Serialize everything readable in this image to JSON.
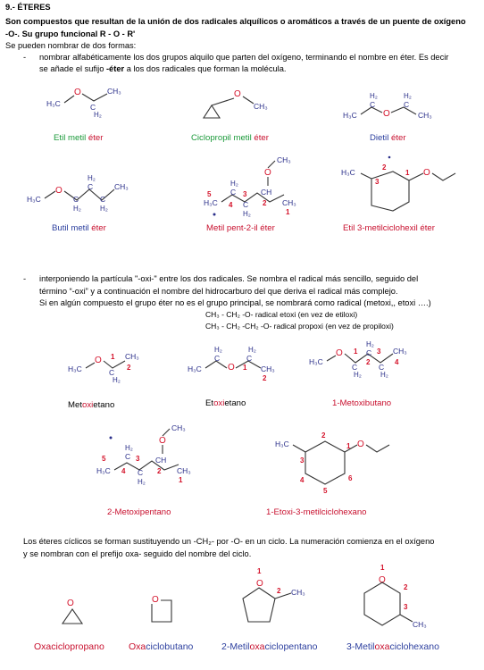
{
  "header": {
    "title": "9.- ÉTERES",
    "intro_1": "Son compuestos que resultan de la unión de dos radicales alquílicos o aromáticos a través de un puente de oxígeno",
    "intro_2": "-O-. Su grupo funcional R - O - R'",
    "forms": "Se pueden nombrar de dos formas:"
  },
  "method1": {
    "dash": "-",
    "line1": "nombrar alfabéticamente los dos grupos alquilo que parten del oxígeno, terminando el nombre en éter. Es decir",
    "line2_pre": "se añade el sufijo ",
    "line2_bold": "-éter",
    "line2_post": " a los dos radicales que forman la molécula."
  },
  "method1_examples": [
    {
      "a": "Etil metil ",
      "b": "éter",
      "color": "green"
    },
    {
      "a": "Ciclopropil metil ",
      "b": "éter",
      "color": "green"
    },
    {
      "a": "Dietil ",
      "b": "éter",
      "color": "blue"
    },
    {
      "a": "Butil metil ",
      "b": "éter",
      "color": "blue"
    },
    {
      "a": "Metil  pent-2-il ",
      "b": "éter",
      "color": "red"
    },
    {
      "a": "Etil 3-metilciclohexil ",
      "b": "éter",
      "color": "red"
    }
  ],
  "method2": {
    "dash": "-",
    "line1": "interponiendo la partícula \"-oxi-\" entre los dos radicales. Se nombra el radical más sencillo, seguido del",
    "line2": "término “-oxi” y a continuación el nombre del hidrocarburo del que deriva el radical más complejo.",
    "line3": "Si en algún compuesto el grupo éter no es el grupo principal, se nombrará como radical (metoxi,, etoxi ….)",
    "rad1": "CH₃ - CH₂ -O- radical etoxi (en vez de etiloxi)",
    "rad2": "CH₃ - CH₂ -CH₂ -O- radical propoxi (en vez de propiloxi)"
  },
  "method2_examples": [
    {
      "a": "Met",
      "b": "oxi",
      "c": "etano"
    },
    {
      "a": "Et",
      "b": "oxi",
      "c": "etano"
    },
    {
      "a": "1-Met",
      "b": "oxi",
      "c": "butano"
    },
    {
      "a": "2-Met",
      "b": "oxi",
      "c": "pentano"
    },
    {
      "a": "1-Et",
      "b": "oxi",
      "c": "-3-metilciclohexano"
    }
  ],
  "cyclic": {
    "line1": "Los éteres cíclicos se forman sustituyendo un -CH₂- por -O- en un ciclo. La numeración comienza en el oxígeno",
    "line2": "y se nombran con el prefijo oxa- seguido del nombre del ciclo."
  },
  "cyclic_examples": [
    {
      "a": "",
      "b": "Oxa",
      "c": "ciclopropano"
    },
    {
      "a": "",
      "b": "Oxa",
      "c": "ciclobutano"
    },
    {
      "a": "2-Metil",
      "b": "oxa",
      "c": "ciclopentano"
    },
    {
      "a": "3-Metil",
      "b": "oxa",
      "c": "ciclohexano"
    }
  ],
  "atoms": {
    "O": "O",
    "H3C": "H₃C",
    "CH3": "CH₃",
    "H2": "H₂",
    "C": "C",
    "CH": "CH",
    "H2C": "H₂C",
    "H3": "H₃",
    "n1": "1",
    "n2": "2",
    "n3": "3",
    "n4": "4",
    "n5": "5",
    "n6": "6"
  }
}
